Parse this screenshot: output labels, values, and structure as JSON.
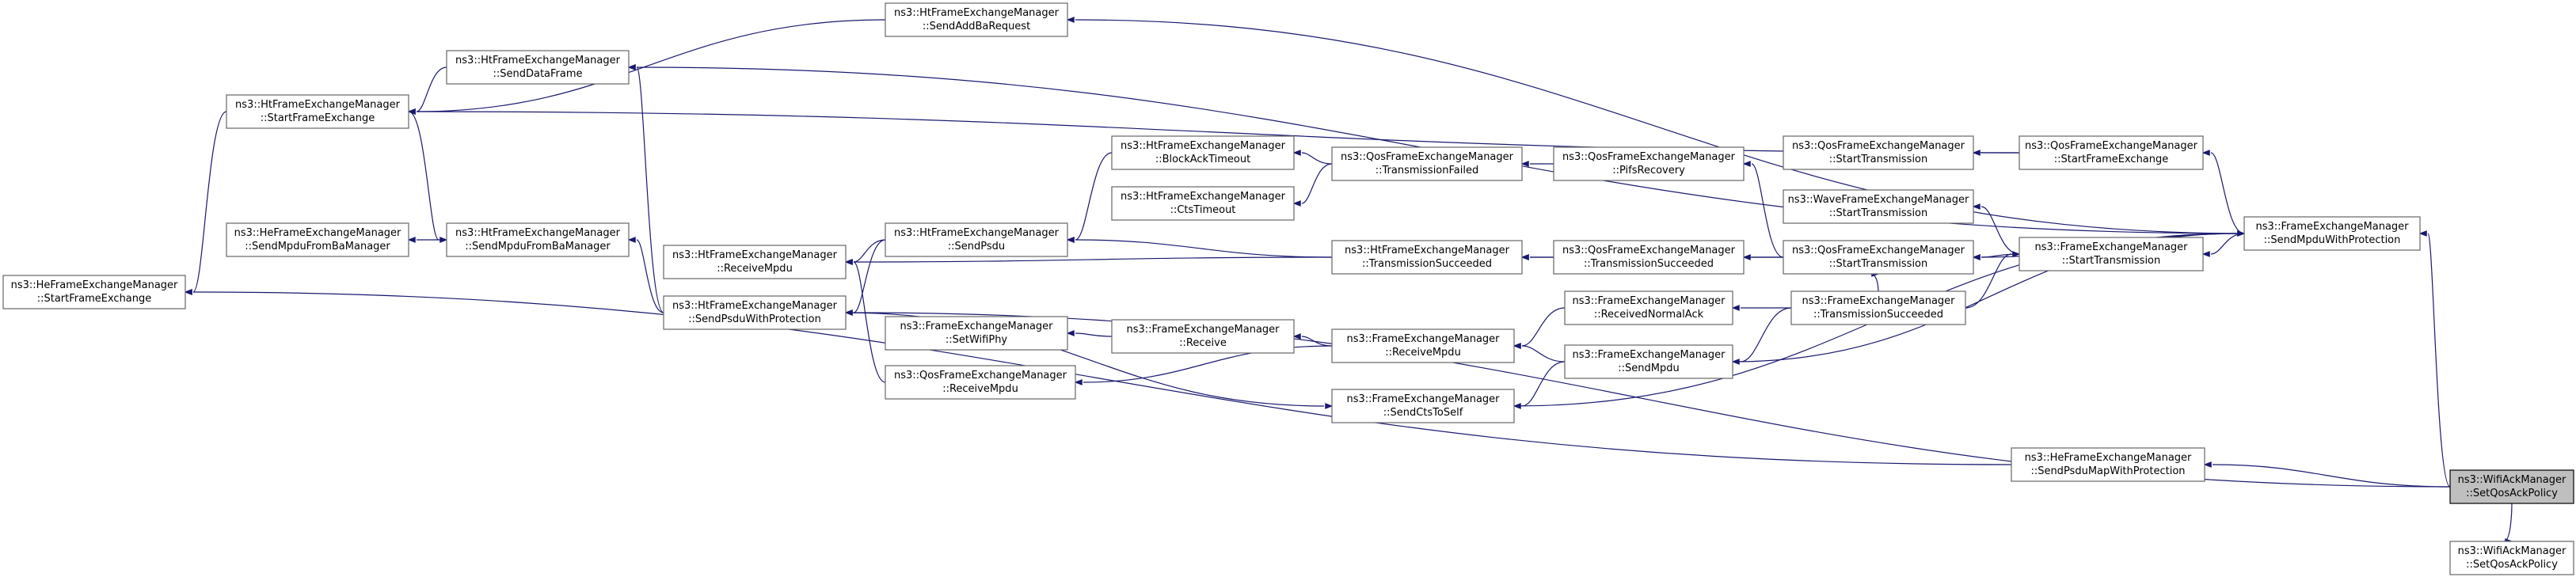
{
  "graph": {
    "type": "caller-graph",
    "nodes": [
      {
        "id": "heStart",
        "l1": "ns3::HeFrameExchangeManager",
        "l2": "::StartFrameExchange"
      },
      {
        "id": "heSendMpduFromBa",
        "l1": "ns3::HeFrameExchangeManager",
        "l2": "::SendMpduFromBaManager"
      },
      {
        "id": "htStart",
        "l1": "ns3::HtFrameExchangeManager",
        "l2": "::StartFrameExchange"
      },
      {
        "id": "htSendMpduFromBa",
        "l1": "ns3::HtFrameExchangeManager",
        "l2": "::SendMpduFromBaManager"
      },
      {
        "id": "htSendData",
        "l1": "ns3::HtFrameExchangeManager",
        "l2": "::SendDataFrame"
      },
      {
        "id": "htReceiveMpdu",
        "l1": "ns3::HtFrameExchangeManager",
        "l2": "::ReceiveMpdu"
      },
      {
        "id": "htSendPsduWP",
        "l1": "ns3::HtFrameExchangeManager",
        "l2": "::SendPsduWithProtection"
      },
      {
        "id": "htSendAddBa",
        "l1": "ns3::HtFrameExchangeManager",
        "l2": "::SendAddBaRequest"
      },
      {
        "id": "htSendPsdu",
        "l1": "ns3::HtFrameExchangeManager",
        "l2": "::SendPsdu"
      },
      {
        "id": "feSetWifiPhy",
        "l1": "ns3::FrameExchangeManager",
        "l2": "::SetWifiPhy"
      },
      {
        "id": "qosReceiveMpdu",
        "l1": "ns3::QosFrameExchangeManager",
        "l2": "::ReceiveMpdu"
      },
      {
        "id": "htBlockAckTimeout",
        "l1": "ns3::HtFrameExchangeManager",
        "l2": "::BlockAckTimeout"
      },
      {
        "id": "htCtsTimeout",
        "l1": "ns3::HtFrameExchangeManager",
        "l2": "::CtsTimeout"
      },
      {
        "id": "feReceive",
        "l1": "ns3::FrameExchangeManager",
        "l2": "::Receive"
      },
      {
        "id": "qosTxFailed",
        "l1": "ns3::QosFrameExchangeManager",
        "l2": "::TransmissionFailed"
      },
      {
        "id": "htTxSucceeded",
        "l1": "ns3::HtFrameExchangeManager",
        "l2": "::TransmissionSucceeded"
      },
      {
        "id": "feReceiveMpdu",
        "l1": "ns3::FrameExchangeManager",
        "l2": "::ReceiveMpdu"
      },
      {
        "id": "feSendCts",
        "l1": "ns3::FrameExchangeManager",
        "l2": "::SendCtsToSelf"
      },
      {
        "id": "qosPifs",
        "l1": "ns3::QosFrameExchangeManager",
        "l2": "::PifsRecovery"
      },
      {
        "id": "qosTxSucceeded",
        "l1": "ns3::QosFrameExchangeManager",
        "l2": "::TransmissionSucceeded"
      },
      {
        "id": "feRecvNormalAck",
        "l1": "ns3::FrameExchangeManager",
        "l2": "::ReceivedNormalAck"
      },
      {
        "id": "feSendMpdu",
        "l1": "ns3::FrameExchangeManager",
        "l2": "::SendMpdu"
      },
      {
        "id": "qosStartTx1",
        "l1": "ns3::QosFrameExchangeManager",
        "l2": "::StartTransmission"
      },
      {
        "id": "waveStartTx",
        "l1": "ns3::WaveFrameExchangeManager",
        "l2": "::StartTransmission"
      },
      {
        "id": "qosStartTx2",
        "l1": "ns3::QosFrameExchangeManager",
        "l2": "::StartTransmission"
      },
      {
        "id": "feTxSucceeded",
        "l1": "ns3::FrameExchangeManager",
        "l2": "::TransmissionSucceeded"
      },
      {
        "id": "qosStartFE",
        "l1": "ns3::QosFrameExchangeManager",
        "l2": "::StartFrameExchange"
      },
      {
        "id": "feStartTx",
        "l1": "ns3::FrameExchangeManager",
        "l2": "::StartTransmission"
      },
      {
        "id": "heSendPsduMap",
        "l1": "ns3::HeFrameExchangeManager",
        "l2": "::SendPsduMapWithProtection"
      },
      {
        "id": "feSendMpduWP",
        "l1": "ns3::FrameExchangeManager",
        "l2": "::SendMpduWithProtection"
      },
      {
        "id": "ackSetQos",
        "l1": "ns3::WifiAckManager",
        "l2": "::SetQosAckPolicy",
        "highlight": true
      },
      {
        "id": "ackSetQos2",
        "l1": "ns3::WifiAckManager",
        "l2": "::SetQosAckPolicy"
      }
    ],
    "edges": [
      [
        "heStart",
        "htStart"
      ],
      [
        "heSendMpduFromBa",
        "htSendMpduFromBa"
      ],
      [
        "htStart",
        "htSendAddBa"
      ],
      [
        "htStart",
        "htSendData"
      ],
      [
        "htStart",
        "qosStartFE"
      ],
      [
        "htSendMpduFromBa",
        "htStart"
      ],
      [
        "htSendMpduFromBa",
        "htSendPsduWP"
      ],
      [
        "htSendData",
        "htSendPsduWP"
      ],
      [
        "htReceiveMpdu",
        "htSendPsdu"
      ],
      [
        "htReceiveMpdu",
        "htTxSucceeded"
      ],
      [
        "htReceiveMpdu",
        "qosReceiveMpdu"
      ],
      [
        "htSendPsduWP",
        "htSendPsdu"
      ],
      [
        "htSendPsdu",
        "htBlockAckTimeout"
      ],
      [
        "htSendPsdu",
        "htTxSucceeded"
      ],
      [
        "feSetWifiPhy",
        "feReceive"
      ],
      [
        "qosReceiveMpdu",
        "feReceiveMpdu"
      ],
      [
        "htBlockAckTimeout",
        "qosTxFailed"
      ],
      [
        "htCtsTimeout",
        "qosTxFailed"
      ],
      [
        "feReceive",
        "feReceiveMpdu"
      ],
      [
        "qosTxFailed",
        "qosPifs"
      ],
      [
        "htTxSucceeded",
        "qosTxSucceeded"
      ],
      [
        "htTxSucceeded",
        "qosStartTx2"
      ],
      [
        "feReceiveMpdu",
        "feRecvNormalAck"
      ],
      [
        "feReceiveMpdu",
        "feSendMpdu"
      ],
      [
        "feSendCts",
        "htSendPsduWP"
      ],
      [
        "feSendCts",
        "feSendMpdu"
      ],
      [
        "qosPifs",
        "qosStartTx2"
      ],
      [
        "qosTxSucceeded",
        "qosStartTx2"
      ],
      [
        "feRecvNormalAck",
        "feTxSucceeded"
      ],
      [
        "feSendMpdu",
        "feTxSucceeded"
      ],
      [
        "qosStartTx1",
        "qosStartFE"
      ],
      [
        "waveStartTx",
        "feStartTx"
      ],
      [
        "qosStartTx2",
        "feTxSucceeded"
      ],
      [
        "qosStartTx2",
        "feStartTx"
      ],
      [
        "qosStartTx2",
        "feSendMpduWP"
      ],
      [
        "qosStartFE",
        "feSendMpduWP"
      ],
      [
        "feStartTx",
        "feTxSucceeded"
      ],
      [
        "feStartTx",
        "feSendMpduWP"
      ],
      [
        "feSendMpduWP",
        "feSendMpdu"
      ],
      [
        "feSendMpduWP",
        "feSendCts"
      ],
      [
        "htSendAddBa",
        "feSendMpduWP"
      ],
      [
        "htSendData",
        "feSendMpduWP"
      ],
      [
        "heStart",
        "heSendPsduMap"
      ],
      [
        "heSendPsduMap",
        "ackSetQos"
      ],
      [
        "htSendPsduWP",
        "ackSetQos"
      ],
      [
        "feSendMpduWP",
        "ackSetQos"
      ],
      [
        "ackSetQos2",
        "ackSetQos"
      ]
    ]
  }
}
